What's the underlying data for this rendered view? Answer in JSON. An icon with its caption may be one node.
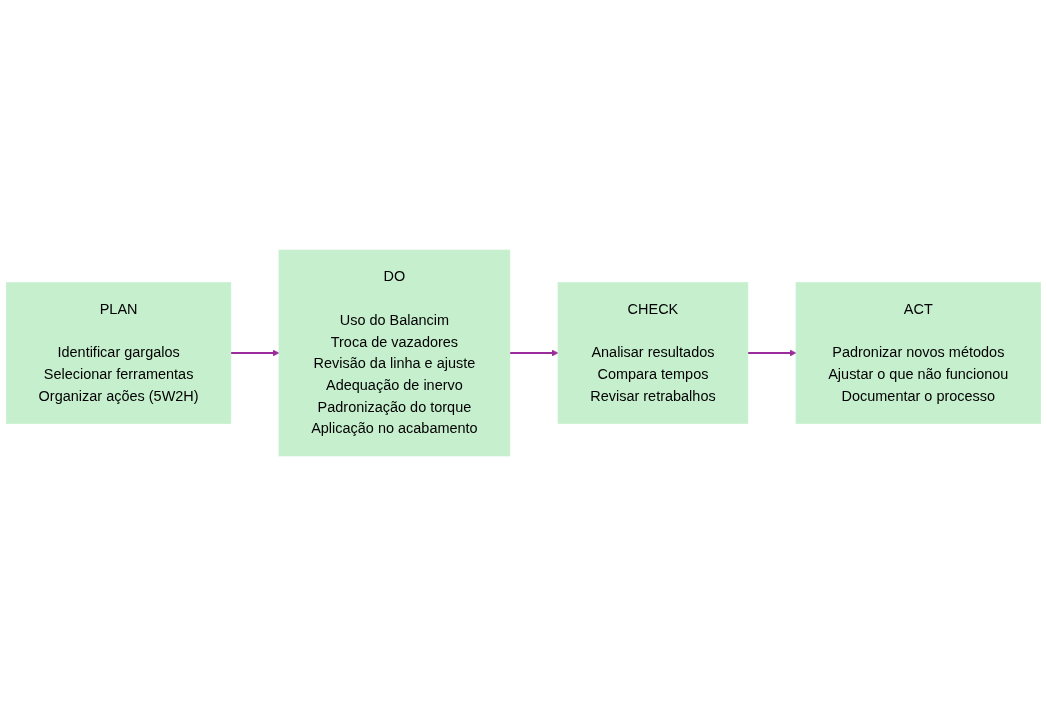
{
  "diagram": {
    "nodes": [
      {
        "text": [
          "PLAN",
          "Identificar gargalos",
          "Selecionar ferramentas",
          "Organizar ações (5W2H)"
        ]
      },
      {
        "text": [
          "DO",
          "Uso do Balancim",
          "Troca de vazadores",
          "Revisão da linha e ajuste",
          "Adequação de inervo",
          "Padronização do torque",
          "Aplicação no acabamento"
        ]
      },
      {
        "text": [
          "CHECK",
          "Analisar resultados",
          "Compara tempos",
          "Revisar retrabalhos"
        ]
      },
      {
        "text": [
          "ACT",
          "Padronizar novos métodos",
          "Ajustar o que não funcionou",
          "Documentar o processo"
        ]
      }
    ],
    "edges": [
      {
        "from": 0,
        "to": 1,
        "arrow": "to"
      },
      {
        "from": 1,
        "to": 2,
        "arrow": "to"
      },
      {
        "from": 2,
        "to": 3,
        "arrow": "to"
      }
    ]
  }
}
